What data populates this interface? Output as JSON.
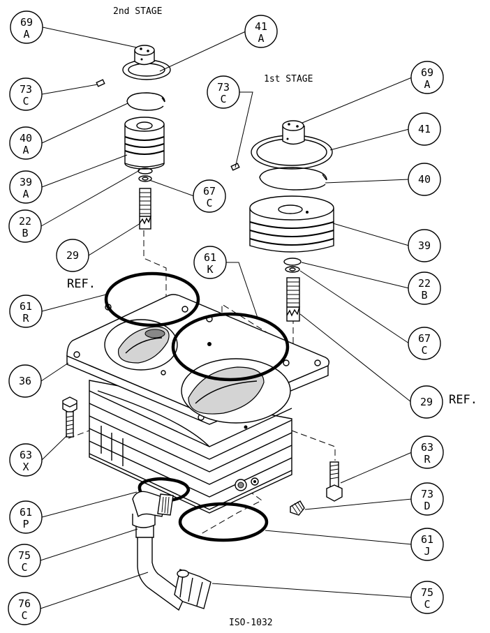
{
  "labels": {
    "stage2": "2nd STAGE",
    "stage1": "1st STAGE",
    "ref_left": "REF.",
    "ref_right": "REF.",
    "drawing_id": "ISO-1032"
  },
  "balloons": [
    {
      "id": "b69a-top",
      "num": "69",
      "sub": "A"
    },
    {
      "id": "b41a",
      "num": "41",
      "sub": "A"
    },
    {
      "id": "b73c-left",
      "num": "73",
      "sub": "C"
    },
    {
      "id": "b40a",
      "num": "40",
      "sub": "A"
    },
    {
      "id": "b39a",
      "num": "39",
      "sub": "A"
    },
    {
      "id": "b67c-left",
      "num": "67",
      "sub": "C"
    },
    {
      "id": "b22b-left",
      "num": "22",
      "sub": "B"
    },
    {
      "id": "b29-left",
      "num": "29",
      "sub": ""
    },
    {
      "id": "b73c-mid",
      "num": "73",
      "sub": "C"
    },
    {
      "id": "b69a-right",
      "num": "69",
      "sub": "A"
    },
    {
      "id": "b41",
      "num": "41",
      "sub": ""
    },
    {
      "id": "b40",
      "num": "40",
      "sub": ""
    },
    {
      "id": "b39",
      "num": "39",
      "sub": ""
    },
    {
      "id": "b22b-right",
      "num": "22",
      "sub": "B"
    },
    {
      "id": "b67c-right",
      "num": "67",
      "sub": "C"
    },
    {
      "id": "b29-right",
      "num": "29",
      "sub": ""
    },
    {
      "id": "b61k",
      "num": "61",
      "sub": "K"
    },
    {
      "id": "b61r",
      "num": "61",
      "sub": "R"
    },
    {
      "id": "b36",
      "num": "36",
      "sub": ""
    },
    {
      "id": "b63x",
      "num": "63",
      "sub": "X"
    },
    {
      "id": "b63r",
      "num": "63",
      "sub": "R"
    },
    {
      "id": "b73d",
      "num": "73",
      "sub": "D"
    },
    {
      "id": "b61p",
      "num": "61",
      "sub": "P"
    },
    {
      "id": "b61j",
      "num": "61",
      "sub": "J"
    },
    {
      "id": "b75c-left",
      "num": "75",
      "sub": "C"
    },
    {
      "id": "b75c-right",
      "num": "75",
      "sub": "C"
    },
    {
      "id": "b76c",
      "num": "76",
      "sub": "C"
    }
  ]
}
